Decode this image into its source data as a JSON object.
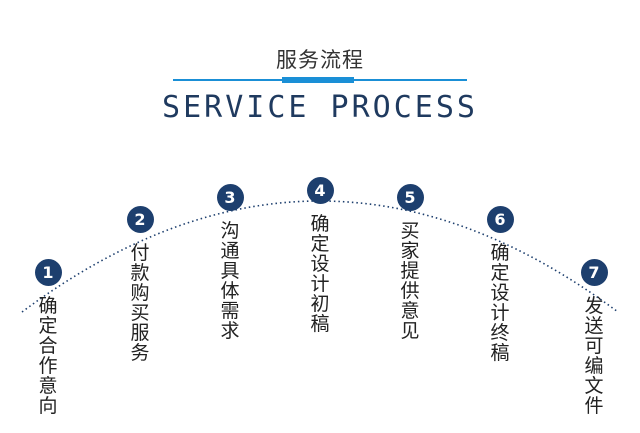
{
  "header": {
    "title_cn": "服务流程",
    "title_en": "SERVICE PROCESS"
  },
  "colors": {
    "accent": "#1a8fd6",
    "circle": "#1d3f6e",
    "arc": "#1d3f6e"
  },
  "steps": [
    {
      "num": "1",
      "label": "确定合作意向"
    },
    {
      "num": "2",
      "label": "付款购买服务"
    },
    {
      "num": "3",
      "label": "沟通具体需求"
    },
    {
      "num": "4",
      "label": "确定设计初稿"
    },
    {
      "num": "5",
      "label": "买家提供意见"
    },
    {
      "num": "6",
      "label": "确定设计终稿"
    },
    {
      "num": "7",
      "label": "发送可编文件"
    }
  ]
}
